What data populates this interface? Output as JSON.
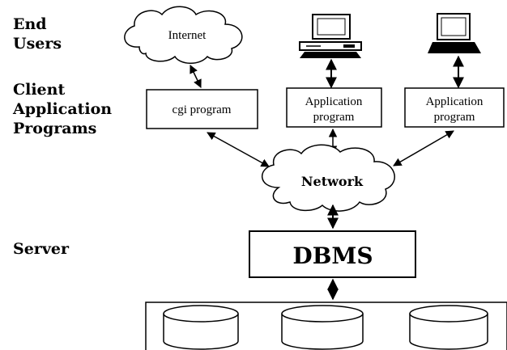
{
  "tiers": {
    "end_users": "End\nUsers",
    "client_apps": "Client\nApplication\nPrograms",
    "server": "Server"
  },
  "nodes": {
    "internet": "Internet",
    "cgi_program": "cgi program",
    "app_program_1_line1": "Application",
    "app_program_1_line2": "program",
    "app_program_2_line1": "Application",
    "app_program_2_line2": "program",
    "network": "Network",
    "dbms": "DBMS"
  },
  "icons": {
    "cloud": "cloud-icon",
    "desktop": "desktop-computer-icon",
    "laptop": "laptop-computer-icon",
    "database": "database-cylinder-icon"
  }
}
